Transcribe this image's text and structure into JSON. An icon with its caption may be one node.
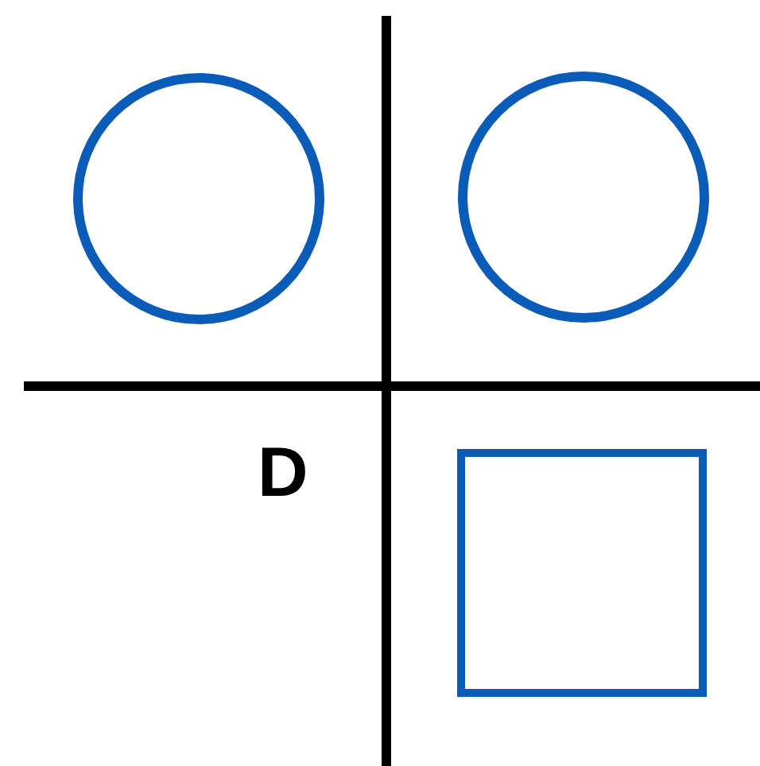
{
  "diagram": {
    "nodes": [
      {
        "text": [],
        "shape": "circle"
      },
      {
        "text": [],
        "shape": "circle"
      },
      {
        "text": [],
        "shape": "box"
      }
    ],
    "labels": [
      "D"
    ]
  }
}
